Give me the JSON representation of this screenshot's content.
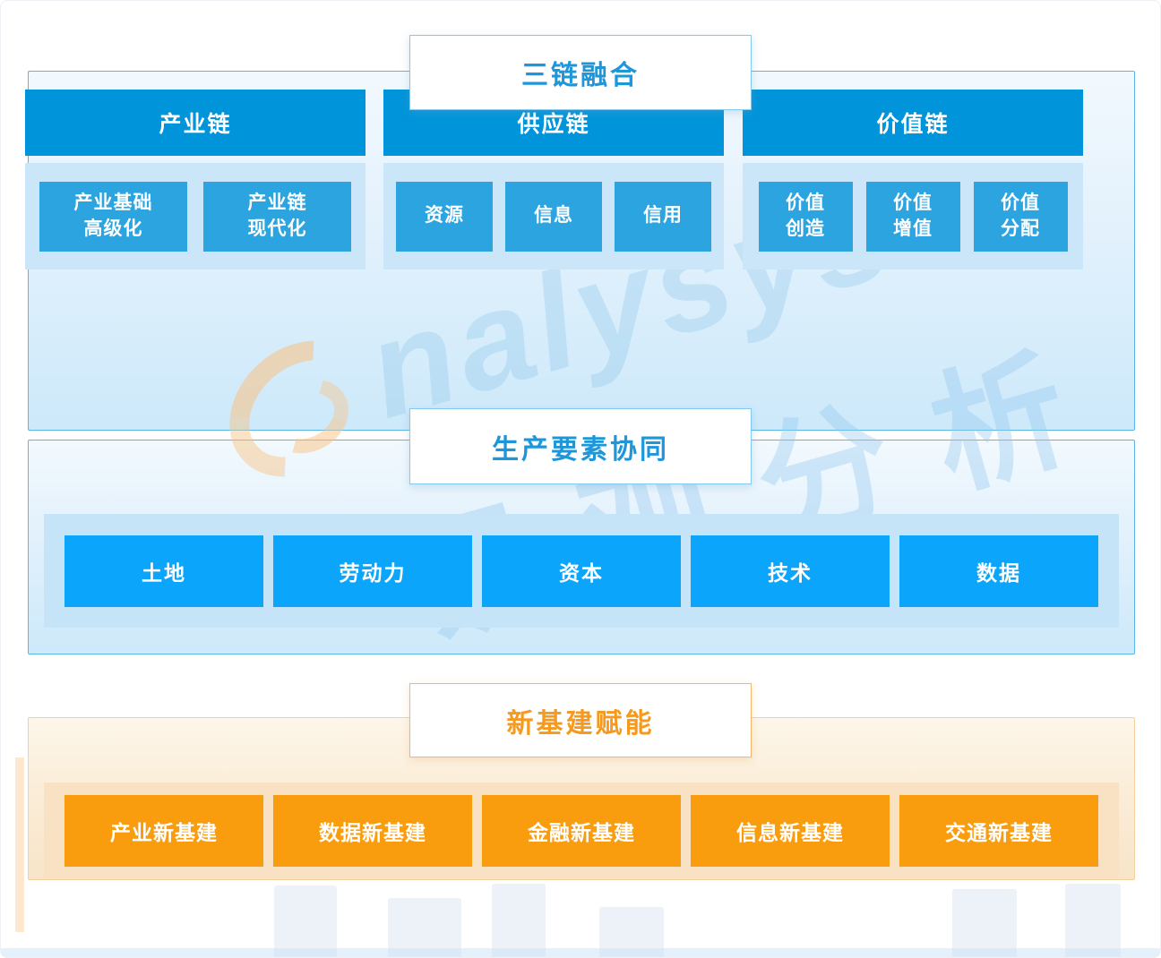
{
  "watermark": {
    "logo_text_tail": "nalysys",
    "logo_text_cn": "易观分析"
  },
  "colors": {
    "chain_header_blue": "#0094da",
    "chain_item_blue": "#2ba4e0",
    "factor_item_blue": "#0ba6fb",
    "infra_item_orange": "#f99d0e",
    "blue_title_text": "#1d96da",
    "orange_title_text": "#f59a1f",
    "blue_panel_border": "#5ab6e6",
    "orange_panel_border": "#f4d09f"
  },
  "sections": [
    {
      "title": "三链融合",
      "columns": [
        {
          "header": "产业链",
          "items": [
            [
              "产业基础",
              "高级化"
            ],
            [
              "产业链",
              "现代化"
            ]
          ]
        },
        {
          "header": "供应链",
          "items": [
            [
              "资源"
            ],
            [
              "信息"
            ],
            [
              "信用"
            ]
          ]
        },
        {
          "header": "价值链",
          "items": [
            [
              "价值",
              "创造"
            ],
            [
              "价值",
              "增值"
            ],
            [
              "价值",
              "分配"
            ]
          ]
        }
      ]
    },
    {
      "title": "生产要素协同",
      "items": [
        "土地",
        "劳动力",
        "资本",
        "技术",
        "数据"
      ]
    },
    {
      "title": "新基建赋能",
      "items": [
        "产业新基建",
        "数据新基建",
        "金融新基建",
        "信息新基建",
        "交通新基建"
      ]
    }
  ]
}
